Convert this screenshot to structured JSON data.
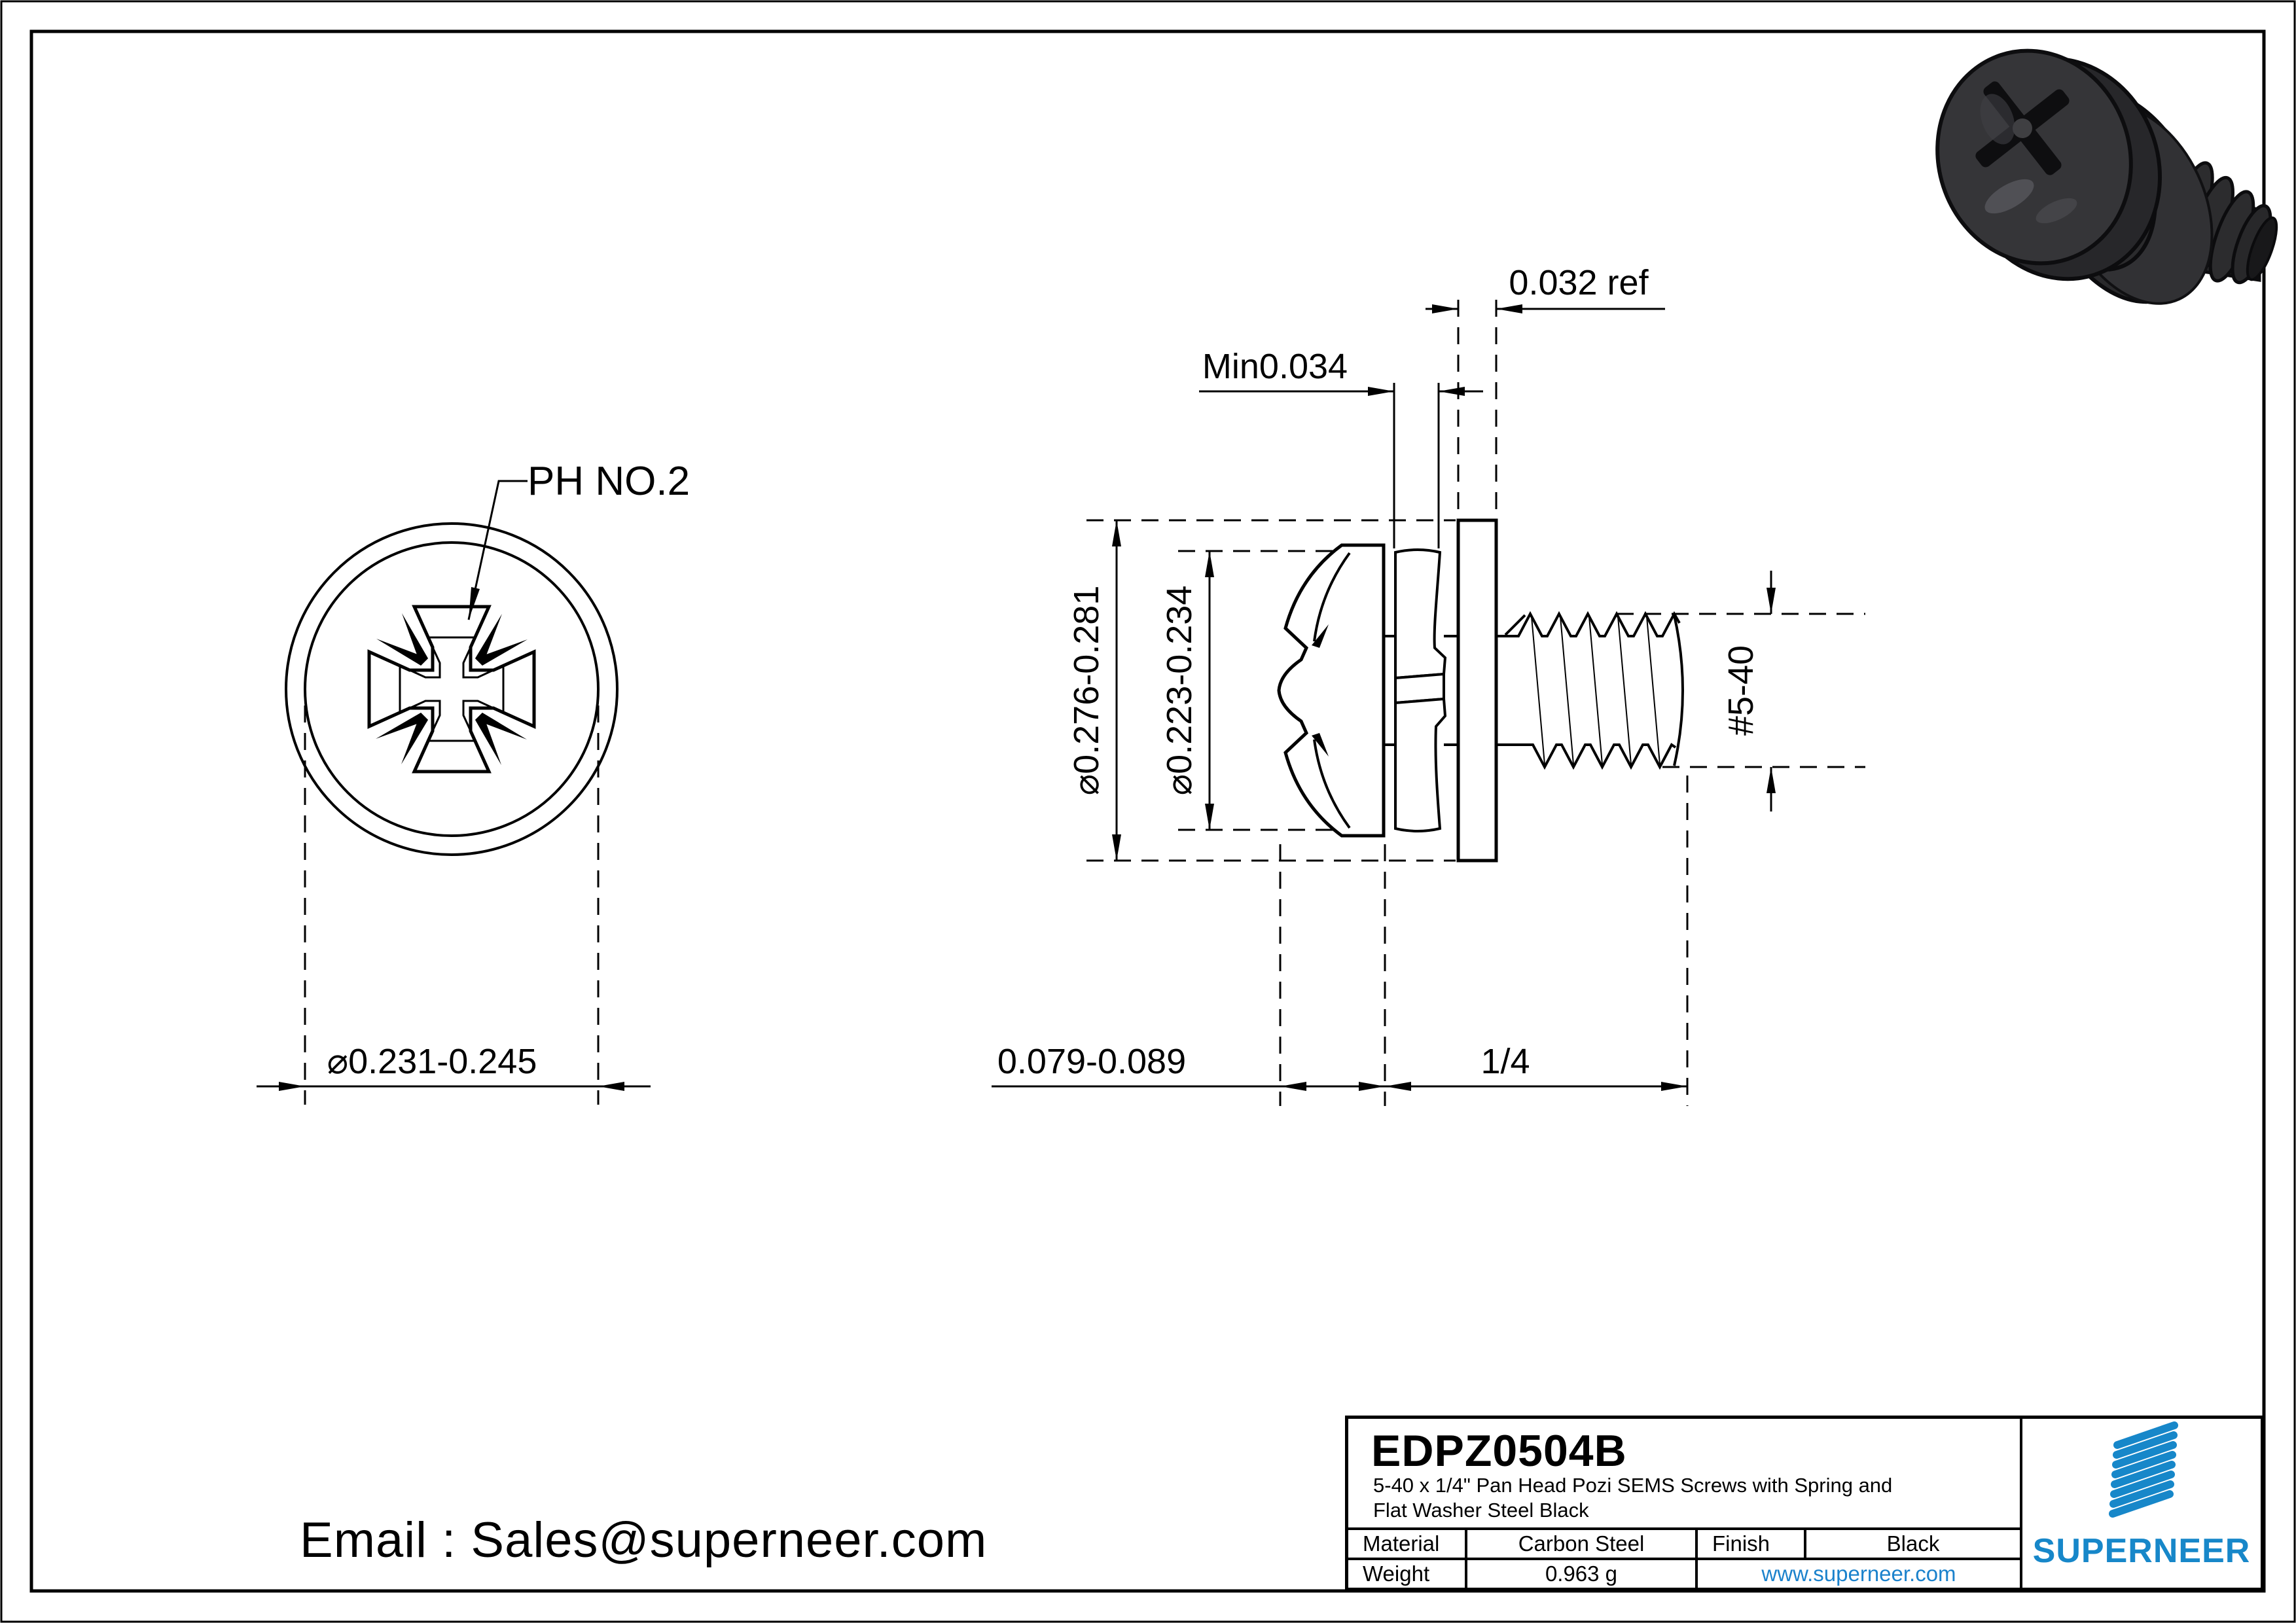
{
  "page": {
    "background": "#ffffff",
    "line_color": "#000000"
  },
  "views": {
    "front": {
      "drive_callout": "PH NO.2",
      "head_diameter": "⌀0.231-0.245"
    },
    "side": {
      "flat_washer_thickness": "0.032 ref",
      "spring_washer_thickness": "Min0.034",
      "flat_washer_od": "⌀0.276-0.281",
      "spring_washer_od": "⌀0.223-0.234",
      "thread_size": "#5-40",
      "head_height": "0.079-0.089",
      "length": "1/4"
    }
  },
  "footer": {
    "email": "Email : Sales@superneer.com"
  },
  "title_block": {
    "part_number": "EDPZ0504B",
    "description_line1": "5-40 x 1/4\" Pan Head Pozi SEMS Screws with Spring and",
    "description_line2": "Flat Washer Steel Black",
    "material_label": "Material",
    "material_value": "Carbon Steel",
    "finish_label": "Finish",
    "finish_value": "Black",
    "weight_label": "Weight",
    "weight_value": "0.963 g",
    "website": "www.superneer.com"
  },
  "brand": {
    "name": "SUPERNEER",
    "accent_blue": "#1787c9",
    "link_blue": "#1b82cc"
  }
}
